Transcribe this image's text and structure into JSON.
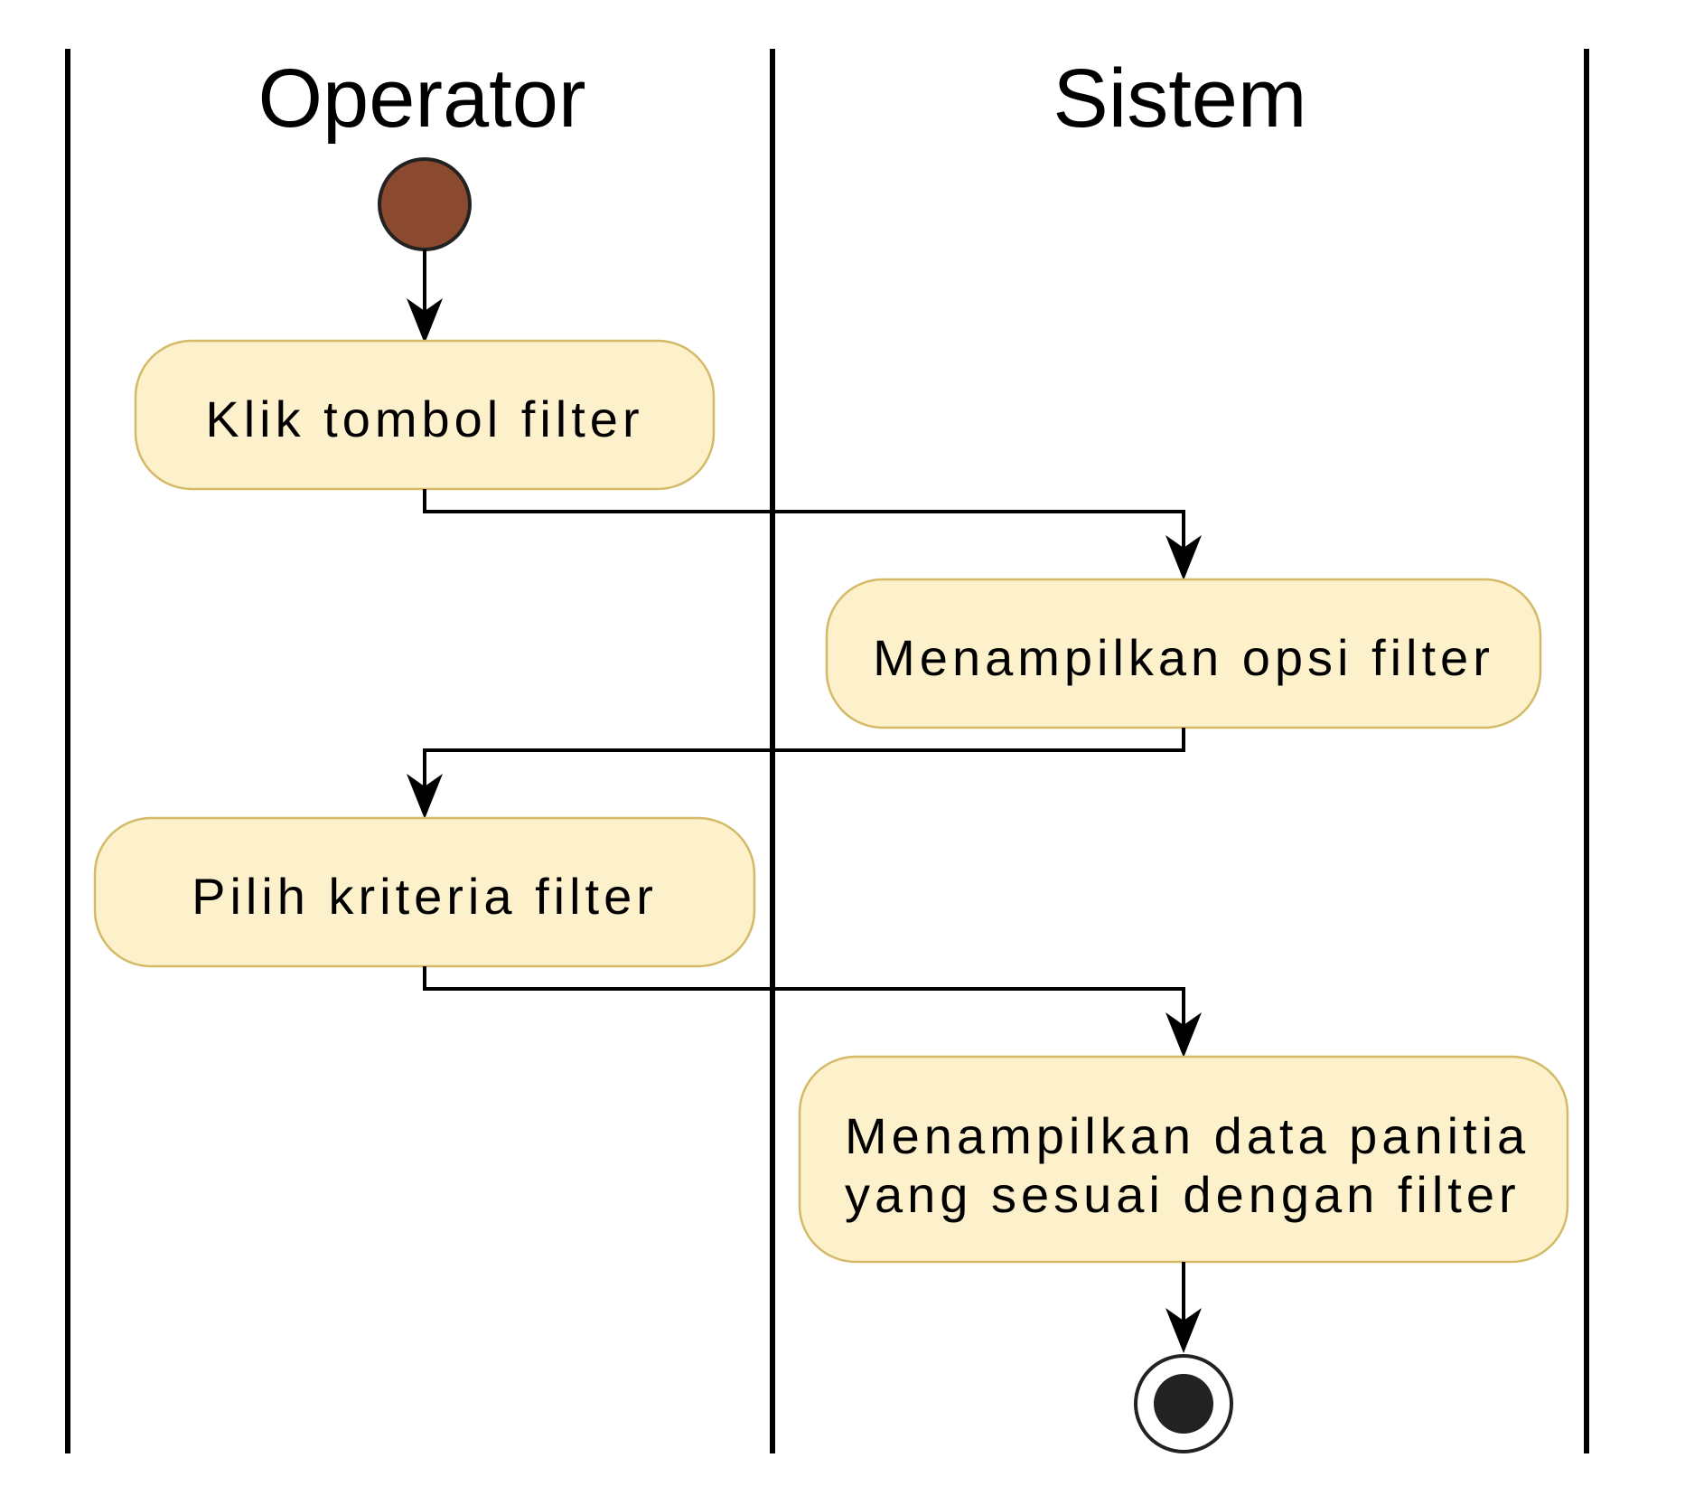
{
  "lanes": [
    {
      "title": "Operator"
    },
    {
      "title": "Sistem"
    }
  ],
  "activities": [
    {
      "lines": [
        "Klik tombol filter"
      ]
    },
    {
      "lines": [
        "Menampilkan opsi filter"
      ]
    },
    {
      "lines": [
        "Pilih kriteria filter"
      ]
    },
    {
      "lines": [
        "Menampilkan data panitia",
        "yang sesuai dengan filter"
      ]
    }
  ],
  "colors": {
    "activity_fill": "#fdf1cc",
    "activity_border": "#d4b967",
    "start_node": "#8b4a2f",
    "end_node": "#222222"
  },
  "icons": {
    "start": "initial-node-icon",
    "end": "final-node-icon"
  }
}
